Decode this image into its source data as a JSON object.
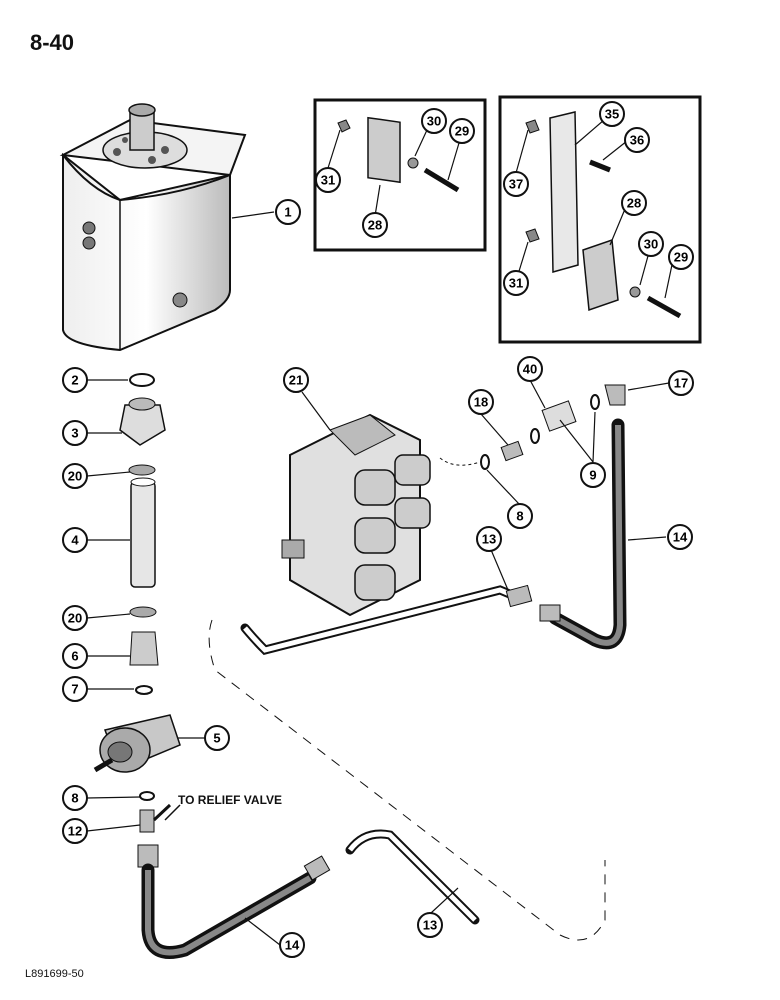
{
  "page_number": "8-40",
  "figure_code": "L891699-50",
  "relief_label": "TO RELIEF VALVE",
  "callouts": [
    "1",
    "2",
    "3",
    "20",
    "4",
    "20",
    "6",
    "7",
    "5",
    "8",
    "12",
    "14",
    "13",
    "21",
    "18",
    "40",
    "17",
    "8",
    "9",
    "13",
    "14",
    "31",
    "30",
    "29",
    "28",
    "37",
    "35",
    "36",
    "31",
    "28",
    "30",
    "29"
  ]
}
